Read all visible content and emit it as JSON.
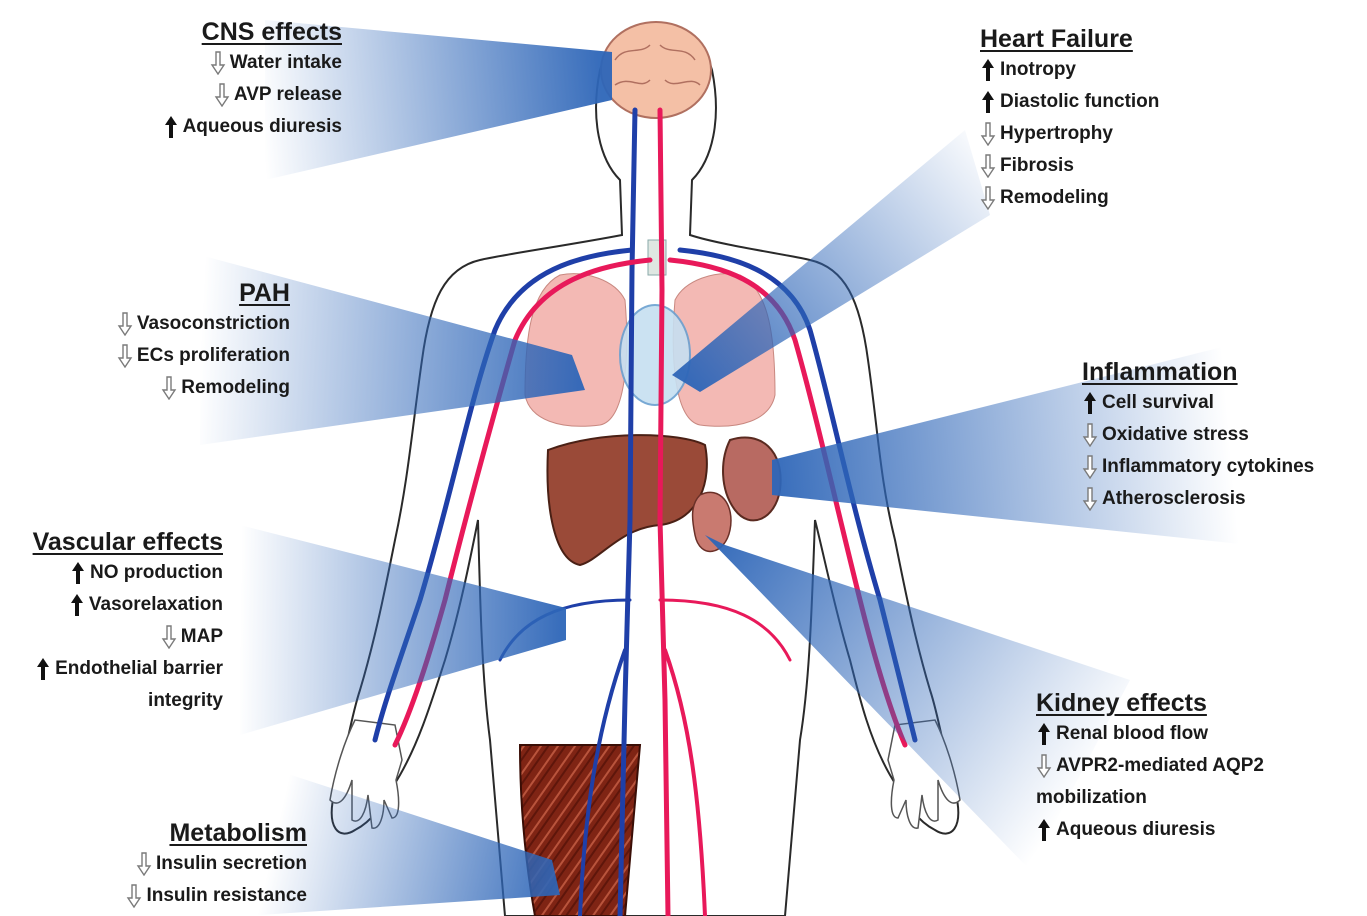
{
  "panels": {
    "cns": {
      "title": "CNS effects",
      "items": [
        {
          "dir": "down",
          "text": "Water intake"
        },
        {
          "dir": "down",
          "text": "AVP release"
        },
        {
          "dir": "up",
          "text": "Aqueous diuresis"
        }
      ]
    },
    "heart": {
      "title": "Heart Failure",
      "items": [
        {
          "dir": "up",
          "text": "Inotropy"
        },
        {
          "dir": "up",
          "text": "Diastolic function"
        },
        {
          "dir": "down",
          "text": "Hypertrophy"
        },
        {
          "dir": "down",
          "text": "Fibrosis"
        },
        {
          "dir": "down",
          "text": "Remodeling"
        }
      ]
    },
    "pah": {
      "title": "PAH",
      "items": [
        {
          "dir": "down",
          "text": "Vasoconstriction"
        },
        {
          "dir": "down",
          "text": "ECs proliferation"
        },
        {
          "dir": "down",
          "text": "Remodeling"
        }
      ]
    },
    "inflammation": {
      "title": "Inflammation",
      "items": [
        {
          "dir": "up",
          "text": "Cell survival"
        },
        {
          "dir": "down",
          "text": "Oxidative stress"
        },
        {
          "dir": "down",
          "text": "Inflammatory cytokines"
        },
        {
          "dir": "down",
          "text": "Atherosclerosis"
        }
      ]
    },
    "vascular": {
      "title": "Vascular effects",
      "items": [
        {
          "dir": "up",
          "text": "NO production"
        },
        {
          "dir": "up",
          "text": "Vasorelaxation"
        },
        {
          "dir": "down",
          "text": "MAP"
        },
        {
          "dir": "up",
          "text": "Endothelial barrier"
        },
        {
          "dir": "none",
          "text": "integrity"
        }
      ]
    },
    "kidney": {
      "title": "Kidney effects",
      "items": [
        {
          "dir": "up",
          "text": "Renal blood flow"
        },
        {
          "dir": "down",
          "text": "AVPR2-mediated AQP2"
        },
        {
          "dir": "none",
          "text": "mobilization"
        },
        {
          "dir": "up",
          "text": "Aqueous diuresis"
        }
      ]
    },
    "metabolism": {
      "title": "Metabolism",
      "items": [
        {
          "dir": "down",
          "text": "Insulin secretion"
        },
        {
          "dir": "down",
          "text": "Insulin resistance"
        }
      ]
    }
  },
  "colors": {
    "beam": "#3f74c0",
    "artery": "#e8195a",
    "vein": "#1f3fa8",
    "organ_liver": "#9a4a38",
    "lung": "#f3b9b4",
    "brain": "#f4c0a6",
    "muscle": "#8a2a1a"
  },
  "icons": {
    "up_arrow": "solid-black-up-arrow",
    "down_arrow": "hollow-grey-down-arrow"
  }
}
